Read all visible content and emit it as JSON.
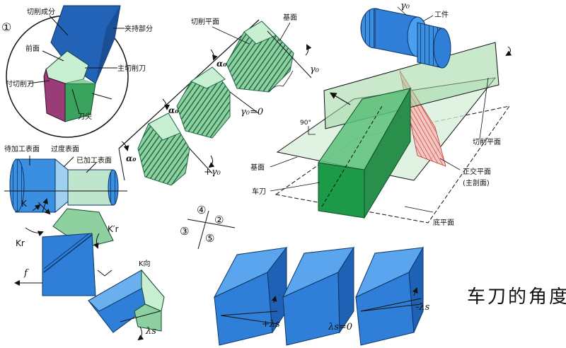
{
  "colors": {
    "blue": "#2f7fd8",
    "blue_dark": "#1b4f9e",
    "green_face": "#7fd49a",
    "green_dark": "#2f8f50",
    "plane_green": "#9fd6a3",
    "hatch": "#1f6b46",
    "red_plane": "#e5837e"
  },
  "labels": {
    "circle_1": "①",
    "cutting_part": "切削成分",
    "clamp_part": "夹持部分",
    "rake_face": "前面",
    "main_edge": "主切削刀",
    "aux_edge": "付切削刀",
    "tip": "刀尖",
    "cutting_plane_top": "切削平面",
    "base_plane_top": "基面",
    "alpha0_1": "α₀",
    "gamma0_1": "γ₀",
    "gamma0_eq0": "γ₀=0",
    "alpha0_2": "α₀",
    "alpha0_3": "α₀",
    "gamma0_plus": "+γ₀",
    "work_gamma": "γ₀",
    "workpiece": "工件",
    "deg90": "90°",
    "cutting_plane_right": "切削平面",
    "base_plane_right": "基面",
    "orth_plane": "正交平面",
    "main_section": "(主剖面)",
    "turning_tool": "车刀",
    "bottom_plane": "底平面",
    "to_machine": "待加工表面",
    "transition": "过度表面",
    "machined": "已加工表面",
    "K": "K",
    "Kr_prime": "K′r",
    "Kr": "Kr",
    "feed_f": "f",
    "K_dir": "K向",
    "lambda_s": "λs",
    "c4": "④",
    "c2": "②",
    "c3": "③",
    "c5": "⑤",
    "lambda_plus": "+λs",
    "lambda_zero": "λs=0",
    "lambda_minus": "-λs",
    "big_title": "车刀的角度"
  }
}
